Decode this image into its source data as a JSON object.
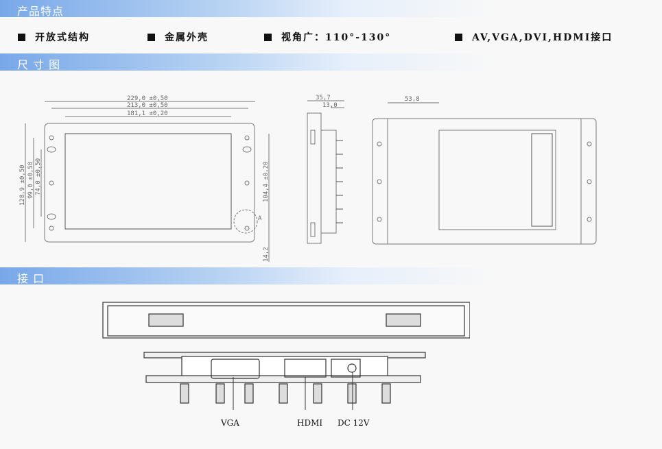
{
  "sections": {
    "features": "产品特点",
    "dimensions": "尺 寸 图",
    "interfaces": "接 口"
  },
  "features": [
    "开放式结构",
    "金属外壳",
    "视角广：110°-130°",
    "AV,VGA,DVI,HDMI接口"
  ],
  "dimensions": {
    "front": {
      "width_total": "229,0 ±0,50",
      "width_holes": "213,0 ±0,50",
      "width_screen": "181,1 ±0,20",
      "height_total": "128,9 ±0,50",
      "height_holes": "99,0 ±0,50",
      "height_slots": "74,0 ±0,50",
      "height_screen": "104,4 ±0,20",
      "bottom_offset": "14,2",
      "detail": "A"
    },
    "side": {
      "depth_total": "35,7",
      "depth_board": "13,0"
    },
    "back": {
      "offset": "53,8"
    }
  },
  "ports": {
    "vga": "VGA",
    "hdmi": "HDMI",
    "dc": "DC 12V"
  }
}
